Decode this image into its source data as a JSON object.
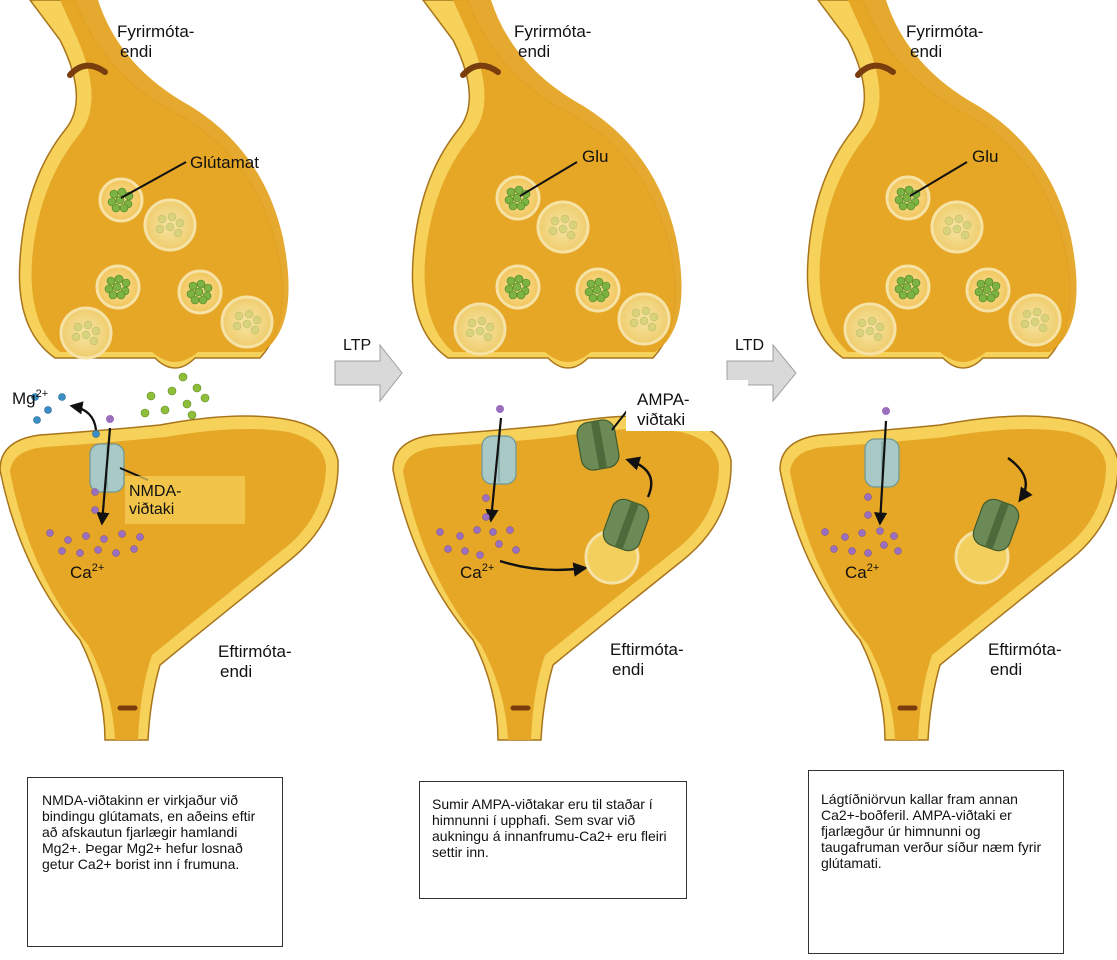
{
  "panels": [
    {
      "pre_label": [
        "Fyrirmóta-",
        "endi"
      ],
      "vesicle_label": "Glútamat",
      "post_label": [
        "Eftirmóta-",
        "endi"
      ],
      "mg_label": "Mg",
      "mg_sup": "2+",
      "nmda_label": [
        "NMDA-",
        "viðtaki"
      ],
      "ca_label": "Ca",
      "ca_sup": "2+",
      "caption": "NMDA-viðtakinn er virkjaður við bindingu glútamats, en aðeins eftir að afskautun fjarlægir hamlandi Mg2+. Þegar Mg2+ hefur losnað getur Ca2+ borist inn í frumuna."
    },
    {
      "pre_label": [
        "Fyrirmóta-",
        "endi"
      ],
      "vesicle_label": "Glu",
      "post_label": [
        "Eftirmóta-",
        "endi"
      ],
      "ampa_label": [
        "AMPA-",
        "viðtaki"
      ],
      "ca_label": "Ca",
      "ca_sup": "2+",
      "caption": "Sumir AMPA-viðtakar eru til staðar í himnunni í upphafi. Sem svar við aukningu á innanfrumu-Ca2+ eru fleiri settir inn."
    },
    {
      "pre_label": [
        "Fyrirmóta-",
        "endi"
      ],
      "vesicle_label": "Glu",
      "post_label": [
        "Eftirmóta-",
        "endi"
      ],
      "ca_label": "Ca",
      "ca_sup": "2+",
      "caption": "Lágtíðniörvun kallar fram annan Ca2+-boðferil. AMPA-viðtaki er fjarlægður úr himnunni og taugafruman verður síður næm fyrir glútamati."
    }
  ],
  "arrows": [
    {
      "label": "LTP"
    },
    {
      "label": "LTD"
    }
  ],
  "colors": {
    "membrane": "#f6d25a",
    "cytoplasm": "#e5a424",
    "outline": "#a8741c",
    "vesicle_full": "#6fa83a",
    "vesicle_empty": "#c9c46a",
    "nmda": "#a9c9c6",
    "ampa": "#6b8a55",
    "calcium": "#9b6fbf",
    "magnesium": "#3a8fc8",
    "glutamate": "#8fbf3a",
    "arrow": "#d9d9d9"
  }
}
